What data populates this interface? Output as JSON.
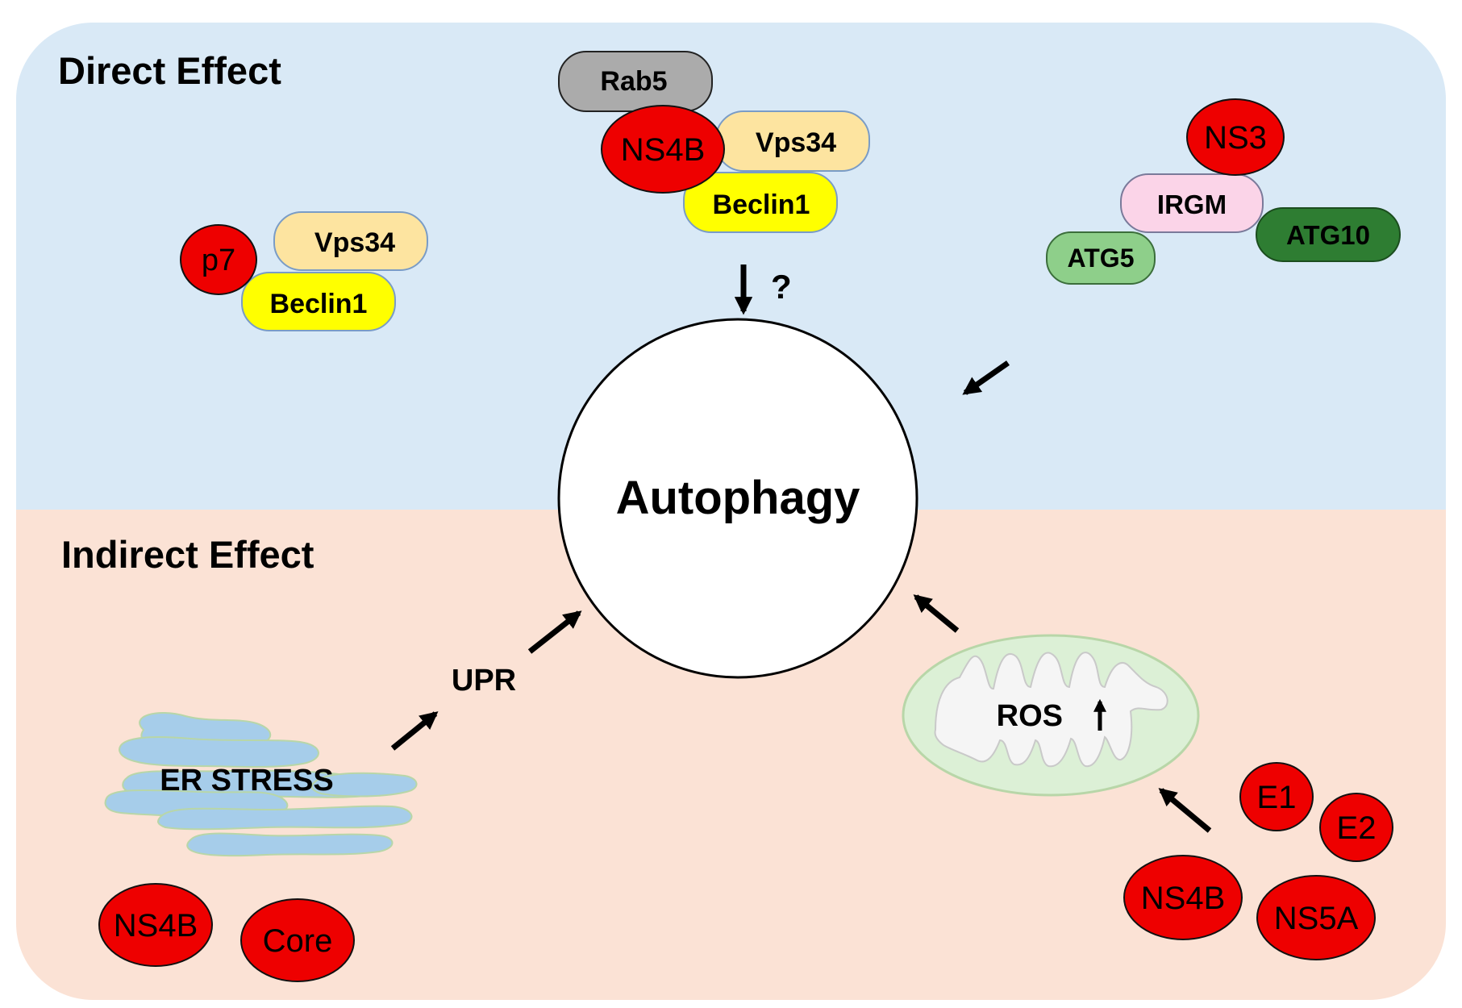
{
  "sections": {
    "direct": {
      "title": "Direct Effect",
      "color": "#d9e9f6"
    },
    "indirect": {
      "title": "Indirect Effect",
      "color": "#fbe2d5"
    }
  },
  "center": {
    "label": "Autophagy"
  },
  "colors": {
    "viral_protein": "#ee0000",
    "vps34": "#fde4a0",
    "beclin1": "#ffff00",
    "rab5": "#ababab",
    "irgm": "#fbd4e8",
    "atg5": "#8ecf8a",
    "atg10": "#2e7d32",
    "er": "#a6cdea",
    "mitochondrion": "#dcf0d6"
  },
  "complexes": {
    "p7_complex": {
      "p7": "p7",
      "vps34": "Vps34",
      "beclin1": "Beclin1"
    },
    "ns4b_complex": {
      "rab5": "Rab5",
      "ns4b": "NS4B",
      "vps34": "Vps34",
      "beclin1": "Beclin1",
      "question": "?"
    },
    "ns3_complex": {
      "ns3": "NS3",
      "irgm": "IRGM",
      "atg5": "ATG5",
      "atg10": "ATG10"
    }
  },
  "er_pathway": {
    "er_stress": "ER STRESS",
    "upr": "UPR",
    "proteins": [
      "NS4B",
      "Core"
    ]
  },
  "ros_pathway": {
    "ros": "ROS",
    "proteins": [
      "E1",
      "E2",
      "NS4B",
      "NS5A"
    ]
  }
}
